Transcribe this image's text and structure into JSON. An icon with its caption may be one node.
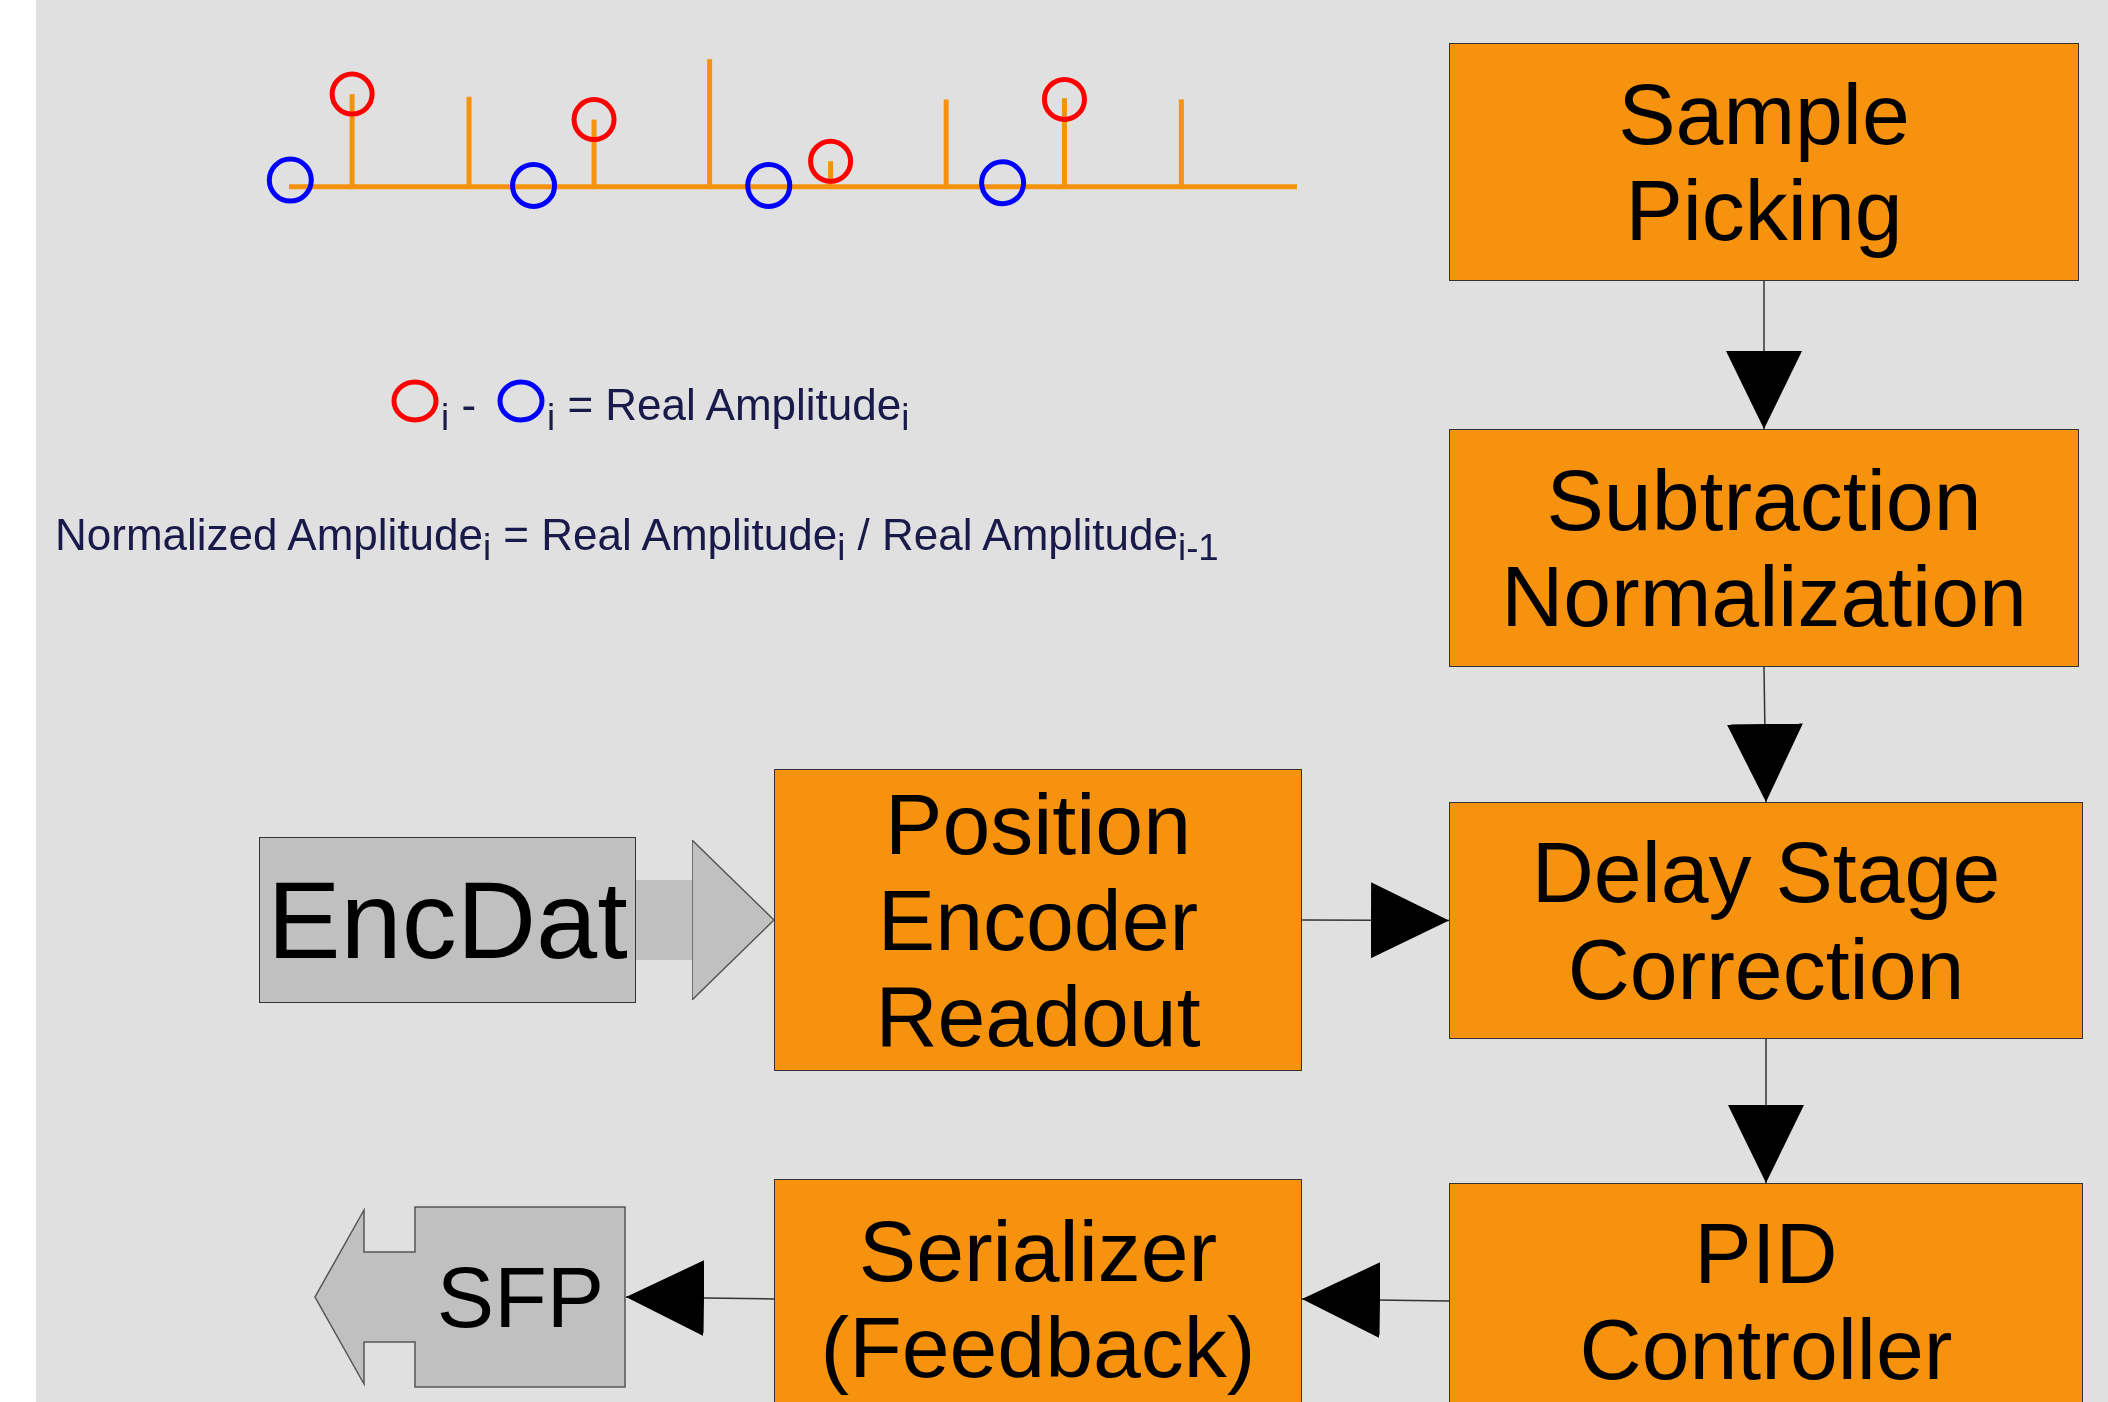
{
  "diagram": {
    "nodes": [
      {
        "text": [
          "Sample Picking"
        ]
      },
      {
        "text": [
          "Subtraction Normalization"
        ]
      },
      {
        "text": [
          "EncDat"
        ]
      },
      {
        "text": [
          "Position Encoder Readout"
        ]
      },
      {
        "text": [
          "Delay Stage Correction"
        ]
      },
      {
        "text": [
          "SFP"
        ]
      },
      {
        "text": [
          "Serializer (Feedback)"
        ]
      },
      {
        "text": [
          "PID Controller"
        ]
      }
    ],
    "edges": [
      {
        "from": 0,
        "to": 1,
        "arrow": "to"
      },
      {
        "from": 1,
        "to": 4,
        "arrow": "to"
      },
      {
        "from": 2,
        "to": 3,
        "arrow": "to",
        "style": "thick",
        "color": "#c0c0c0"
      },
      {
        "from": 3,
        "to": 4,
        "arrow": "to"
      },
      {
        "from": 4,
        "to": 7,
        "arrow": "to"
      },
      {
        "from": 7,
        "to": 6,
        "arrow": "to"
      },
      {
        "from": 6,
        "to": 5,
        "arrow": "to"
      }
    ],
    "labels": [
      "$_{i}$ -",
      "$_{i}$ =  Real Amplitude$_{i}$",
      "Normalized Amplitude$_{i}$ = Real Amplitude$_{i}$ / Real Amplitude$_{i-1}$"
    ]
  }
}
